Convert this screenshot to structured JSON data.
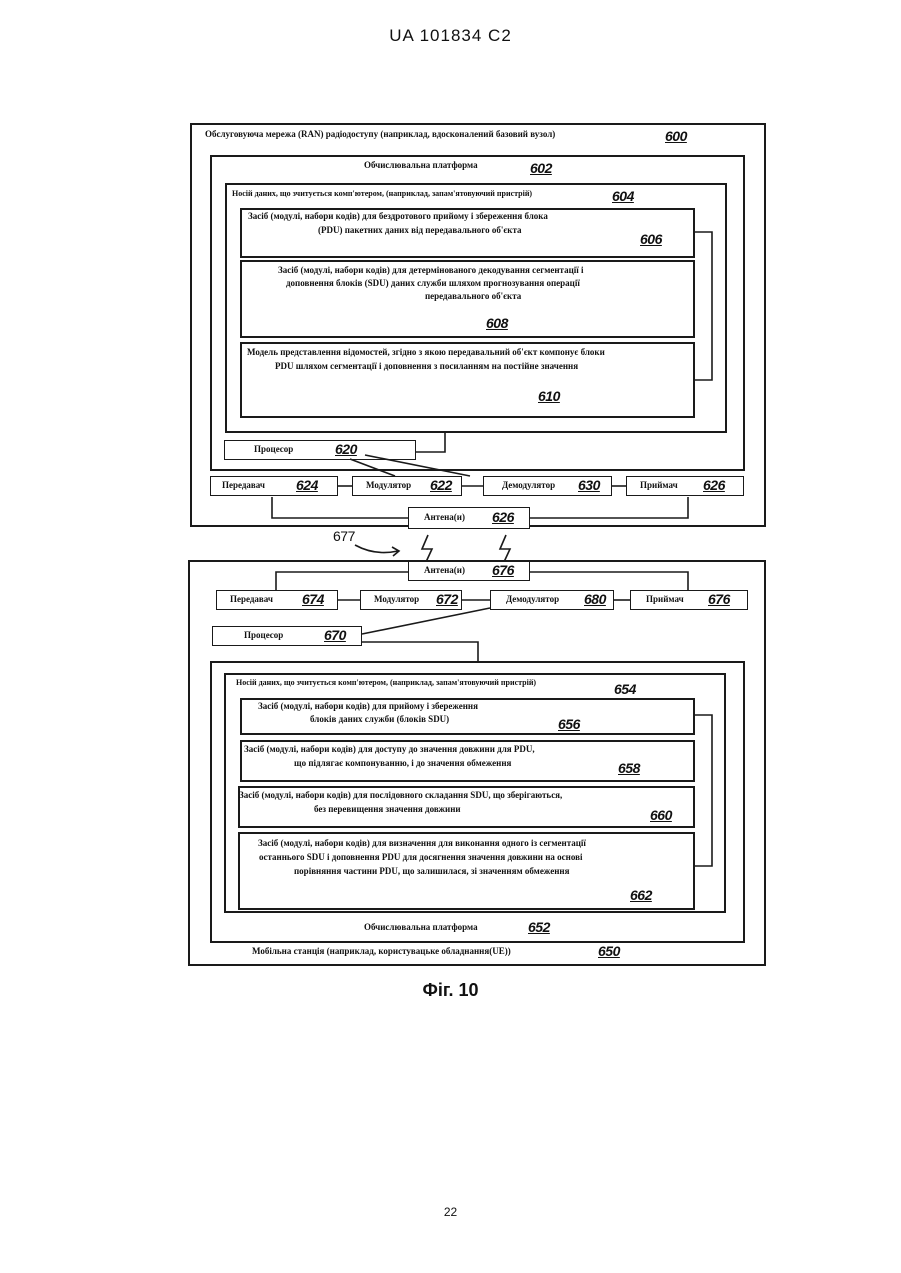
{
  "header": {
    "doc_id": "UA  101834  C2"
  },
  "top": {
    "ran": {
      "label": "Обслуговуюча мережа (RAN) радіодоступу (наприклад, вдосконалений базовий вузол)",
      "num": "600"
    },
    "platform": {
      "label": "Обчислювальна платформа",
      "num": "602"
    },
    "medium": {
      "label": "Носій даних, що зчитується комп'ютером, (наприклад, запам'ятовуючий пристрій)",
      "num": "604"
    },
    "m606": {
      "line1": "Засіб (модулі, набори кодів) для бездротового прийому і збереження блока",
      "line2": "(PDU) пакетних даних від передавального об'єкта",
      "num": "606"
    },
    "m608": {
      "line1": "Засіб (модулі, набори кодів) для детермінованого декодування сегментації і",
      "line2": "доповнення блоків (SDU) даних служби шляхом прогнозування операції",
      "line3": "передавального об'єкта",
      "num": "608"
    },
    "m610": {
      "line1": "Модель представлення відомостей, згідно з якою передавальний об'єкт компонує блоки",
      "line2": "PDU шляхом сегментації і доповнення з посиланням на постійне значення",
      "num": "610"
    },
    "processor": {
      "label": "Процесор",
      "num": "620"
    },
    "transmitter": {
      "label": "Передавач",
      "num": "624"
    },
    "modulator": {
      "label": "Модулятор",
      "num": "622"
    },
    "demodulator": {
      "label": "Демодулятор",
      "num": "630"
    },
    "receiver": {
      "label": "Приймач",
      "num": "626"
    },
    "antenna": {
      "label": "Антена(и)",
      "num": "626"
    }
  },
  "link": {
    "num": "677"
  },
  "bottom": {
    "antenna": {
      "label": "Антена(и)",
      "num": "676"
    },
    "transmitter": {
      "label": "Передавач",
      "num": "674"
    },
    "modulator": {
      "label": "Модулятор",
      "num": "672"
    },
    "demodulator": {
      "label": "Демодулятор",
      "num": "680"
    },
    "receiver": {
      "label": "Приймач",
      "num": "676"
    },
    "processor": {
      "label": "Процесор",
      "num": "670"
    },
    "medium": {
      "label": "Носій даних, що зчитується комп'ютером, (наприклад, запам'ятовуючий пристрій)",
      "num": "654"
    },
    "m656": {
      "line1": "Засіб (модулі, набори кодів) для прийому і збереження",
      "line2": "блоків даних служби (блоків SDU)",
      "num": "656"
    },
    "m658": {
      "line1": "Засіб (модулі, набори кодів) для доступу до значення довжини для PDU,",
      "line2": "що підлягає компонуванню, і до значення обмеження",
      "num": "658"
    },
    "m660": {
      "line1": "Засіб (модулі, набори кодів) для послідовного складання SDU, що зберігаються,",
      "line2": "без перевищення значення довжини",
      "num": "660"
    },
    "m662": {
      "line1": "Засіб (модулі, набори кодів) для визначення для виконання одного із сегментації",
      "line2": "останнього SDU і доповнення PDU для досягнення значення довжини на основі",
      "line3": "порівняння частини PDU, що залишилася, зі значенням обмеження",
      "num": "662"
    },
    "platform": {
      "label": "Обчислювальна платформа",
      "num": "652"
    },
    "mobile": {
      "label": "Мобільна станція (наприклад, користувацьке обладнання(UE))",
      "num": "650"
    }
  },
  "figure": {
    "caption": "Фіг. 10"
  },
  "page_number": "22"
}
